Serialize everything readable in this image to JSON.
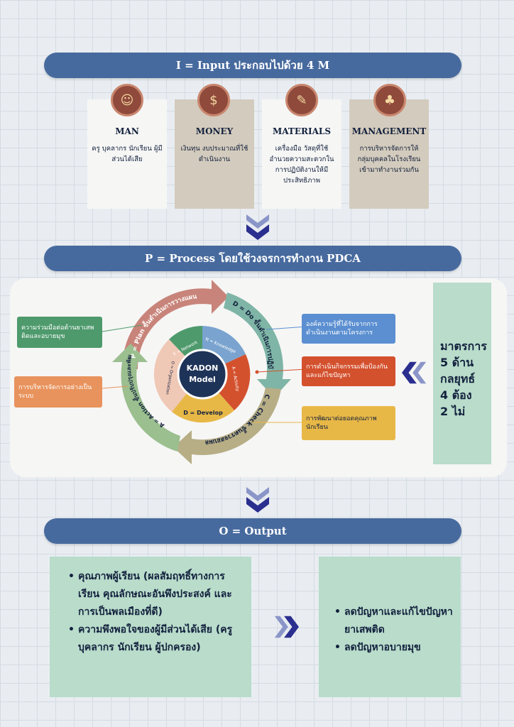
{
  "input": {
    "header": "I = Input ประกอบไปด้วย 4 M",
    "cards": [
      {
        "title": "MAN",
        "text": "ครู บุคลากร นักเรียน ผู้มีส่วนได้เสีย",
        "icon": "people-icon"
      },
      {
        "title": "MONEY",
        "text": "เงินทุน งบประมาณที่ใช้ดำเนินงาน",
        "icon": "money-icon"
      },
      {
        "title": "MATERIALS",
        "text": "เครื่องมือ วัสดุที่ใช้อำนวยความสะดวกในการปฏิบัติงานให้มีประสิทธิภาพ",
        "icon": "tools-icon"
      },
      {
        "title": "MANAGEMENT",
        "text": "การบริหารจัดการให้กลุ่มบุคคลในโรงเรียนเข้ามาทำงานร่วมกัน",
        "icon": "team-icon"
      }
    ]
  },
  "process": {
    "header": "P = Process โดยใช้วงจรการทำงาน PDCA",
    "center_line1": "KADON",
    "center_line2": "Model",
    "cycle": {
      "plan": "P = Plan ขั้นดำเนินการวางแผน",
      "do": "D = Do ขั้นดำเนินการปฏิบัติการ",
      "check": "C = Check ขั้นตรวจสอบผล",
      "action": "A = Action ขั้นปรับปรุงและพัฒนาการปฏิบัติงาน"
    },
    "kadon": {
      "k": "K = Network",
      "a": "A = Activity",
      "d": "D = Develop",
      "o": "O = Organization",
      "n": "N = Knowledge"
    },
    "left_labels": [
      "ความร่วมมือต่อต้านยาเสพติดและอบายมุข",
      "การบริหารจัดการอย่างเป็นระบบ"
    ],
    "right_labels": [
      "องค์ความรู้ที่ได้รับจากการดำเนินงานตามโครงการ",
      "การดำเนินกิจกรรมเพื่อป้องกันและแก้ไขปัญหา",
      "การพัฒนาต่อยอดคุณภาพนักเรียน"
    ],
    "measures": [
      "มาตรการ",
      "5 ด้าน",
      "กลยุทธ์",
      "4 ต้อง",
      "2 ไม่"
    ]
  },
  "output": {
    "header": "O = Output",
    "left_items": [
      "คุณภาพผู้เรียน (ผลสัมฤทธิ์ทางการเรียน คุณลักษณะอันพึงประสงค์ และการเป็นพลเมืองที่ดี)",
      "ความพึงพอใจของผู้มีส่วนได้เสีย (ครู บุคลากร นักเรียน ผู้ปกครอง)"
    ],
    "right_items": [
      "ลดปัญหาและแก้ไขปัญหายาเสพติด",
      "ลดปัญหาอบายมุข"
    ]
  },
  "colors": {
    "header": "#476a9e",
    "mint": "#b9dccb",
    "tan": "#d3cbbd",
    "plan": "#c8847a",
    "do": "#7fb5a6",
    "check": "#b7ae86",
    "action": "#9bbf8f",
    "chevron": "#2a2f8f"
  }
}
